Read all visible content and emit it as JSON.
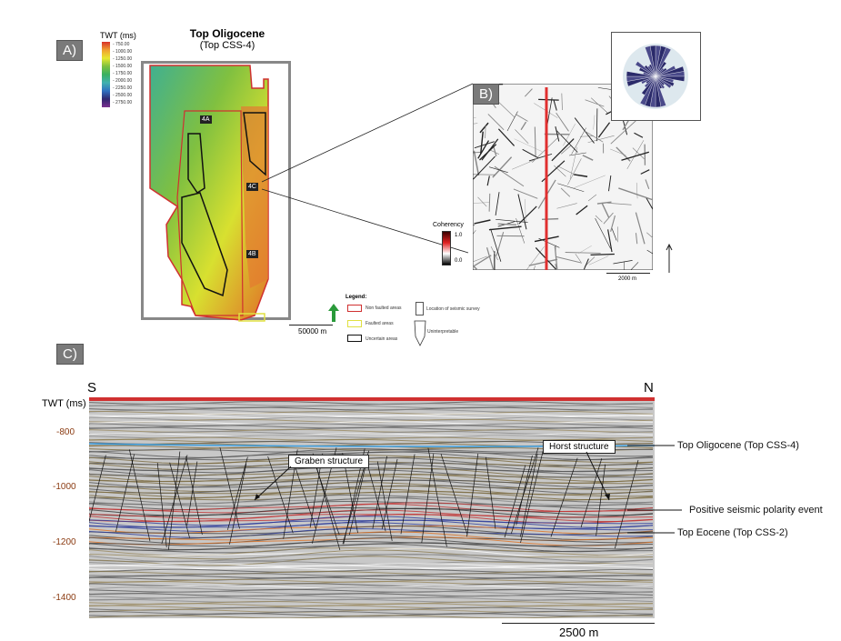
{
  "panelA": {
    "label": "A)",
    "title": "Top Oligocene",
    "subtitle": "(Top CSS-4)",
    "colorbar": {
      "title": "TWT (ms)",
      "ticks": [
        "750.00",
        "1000.00",
        "1250.00",
        "1500.00",
        "1750.00",
        "2000.00",
        "2250.00",
        "2500.00",
        "2750.00"
      ],
      "colors": [
        "#d8312a",
        "#f0a030",
        "#e8e830",
        "#7cc040",
        "#38b060",
        "#40b0b0",
        "#3070c0",
        "#302870",
        "#7a3090"
      ]
    },
    "map_labels": [
      "4A",
      "4C",
      "4B"
    ],
    "scale": "50000 m",
    "legend": {
      "title": "Legend:",
      "items": [
        {
          "label": "Non faulted areas",
          "color": "#d03030"
        },
        {
          "label": "Faulted areas",
          "color": "#e0e040"
        },
        {
          "label": "Uncertain areas",
          "color": "#111111"
        },
        {
          "label": "Location of seismic survey"
        },
        {
          "label": "Uninterpretable"
        }
      ]
    },
    "north_arrow_color": "#2a9a3a"
  },
  "panelB": {
    "label": "B)",
    "coherency": {
      "title": "Coherency",
      "max": "1.0",
      "min": "0.0"
    },
    "scale": "2000 m",
    "line_color": "#e03030"
  },
  "panelC": {
    "label": "C)",
    "left_end": "S",
    "right_end": "N",
    "axis_title": "TWT (ms)",
    "ticks": [
      "-800",
      "-1000",
      "-1200",
      "-1400"
    ],
    "callouts": [
      "Graben structure",
      "Horst structure"
    ],
    "horizons": [
      "Top Oligocene (Top CSS-4)",
      "Positive seismic polarity event",
      "Top Eocene (Top CSS-2)"
    ],
    "scale": "2500 m"
  }
}
